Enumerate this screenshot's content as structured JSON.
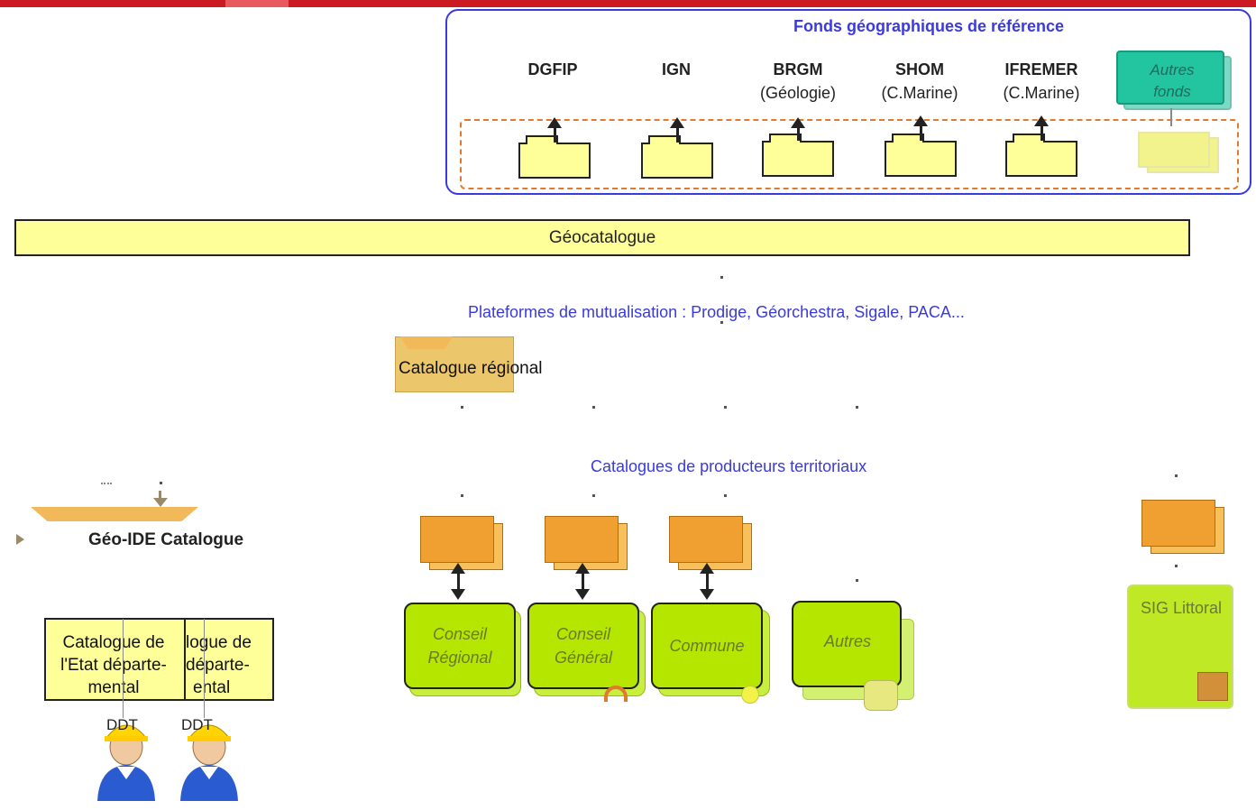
{
  "reference": {
    "title": "Fonds géographiques de référence",
    "providers": [
      {
        "name": "DGFIP",
        "sub": ""
      },
      {
        "name": "IGN",
        "sub": ""
      },
      {
        "name": "BRGM",
        "sub": "(Géologie)"
      },
      {
        "name": "SHOM",
        "sub": "(C.Marine)"
      },
      {
        "name": "IFREMER",
        "sub": "(C.Marine)"
      }
    ],
    "autres_fonds": {
      "line1": "Autres",
      "line2": "fonds"
    }
  },
  "geocatalogue": {
    "label": "Géocatalogue"
  },
  "plateformes": {
    "label": "Plateformes de mutualisation : Prodige, Géorchestra, Sigale, PACA..."
  },
  "catalogue_regional": {
    "label": "Catalogue régional"
  },
  "producteurs": {
    "label": "Catalogues de producteurs territoriaux"
  },
  "producers": [
    {
      "line1": "Conseil",
      "line2": "Régional"
    },
    {
      "line1": "Conseil",
      "line2": "Général"
    },
    {
      "line1": "Commune",
      "line2": ""
    },
    {
      "line1": "Autres",
      "line2": ""
    }
  ],
  "geoide": {
    "label": "Géo-IDE Catalogue"
  },
  "ddt": {
    "left": {
      "line1": "Catalogue de",
      "line2": "l'Etat départe-",
      "line3": "mental"
    },
    "right": {
      "line1": "logue de",
      "line2": "départe-",
      "line3": "ental"
    },
    "badge": "DDT"
  },
  "sig": {
    "label": "SIG Littoral"
  },
  "colors": {
    "accent": "#3a3adf",
    "folder": "#ffff99",
    "green": "#b5e600",
    "orange": "#f0a030",
    "teal": "#23c4a0"
  }
}
